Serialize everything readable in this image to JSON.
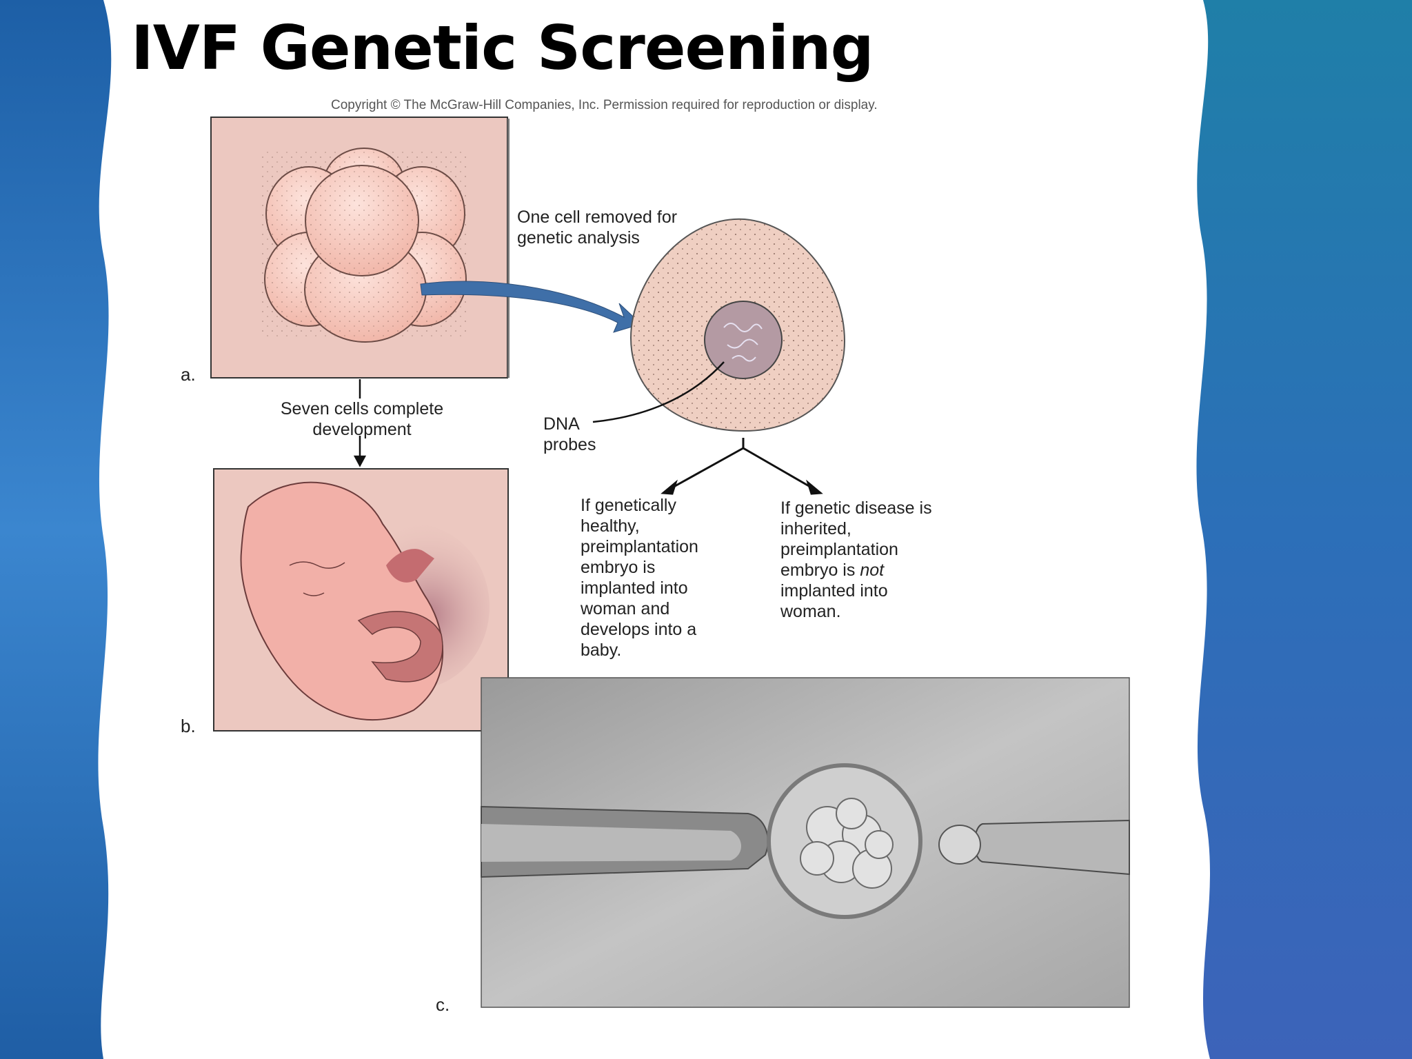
{
  "slide": {
    "title": "IVF Genetic Screening",
    "copyright": "Copyright © The McGraw-Hill Companies, Inc. Permission required for reproduction or display."
  },
  "figure": {
    "panel_a_letter": "a.",
    "panel_b_letter": "b.",
    "panel_c_letter": "c.",
    "cell_removed_label": "One cell removed for genetic analysis",
    "seven_cells_label": "Seven cells complete development",
    "dna_probes_label": "DNA probes",
    "healthy_outcome_text": "If genetically healthy, preimplantation embryo is implanted into woman and develops into a baby.",
    "disease_outcome_pre": "If genetic disease is inherited, preimplantation embryo is ",
    "disease_outcome_emph": "not",
    "disease_outcome_post": " implanted into woman."
  },
  "colors": {
    "background_blue": "#2b6fb5",
    "slide_white": "#ffffff",
    "panel_pink": "#ecc8c0",
    "cell_pink": "#f4c2b6",
    "arrow_blue": "#3f6fa8"
  }
}
